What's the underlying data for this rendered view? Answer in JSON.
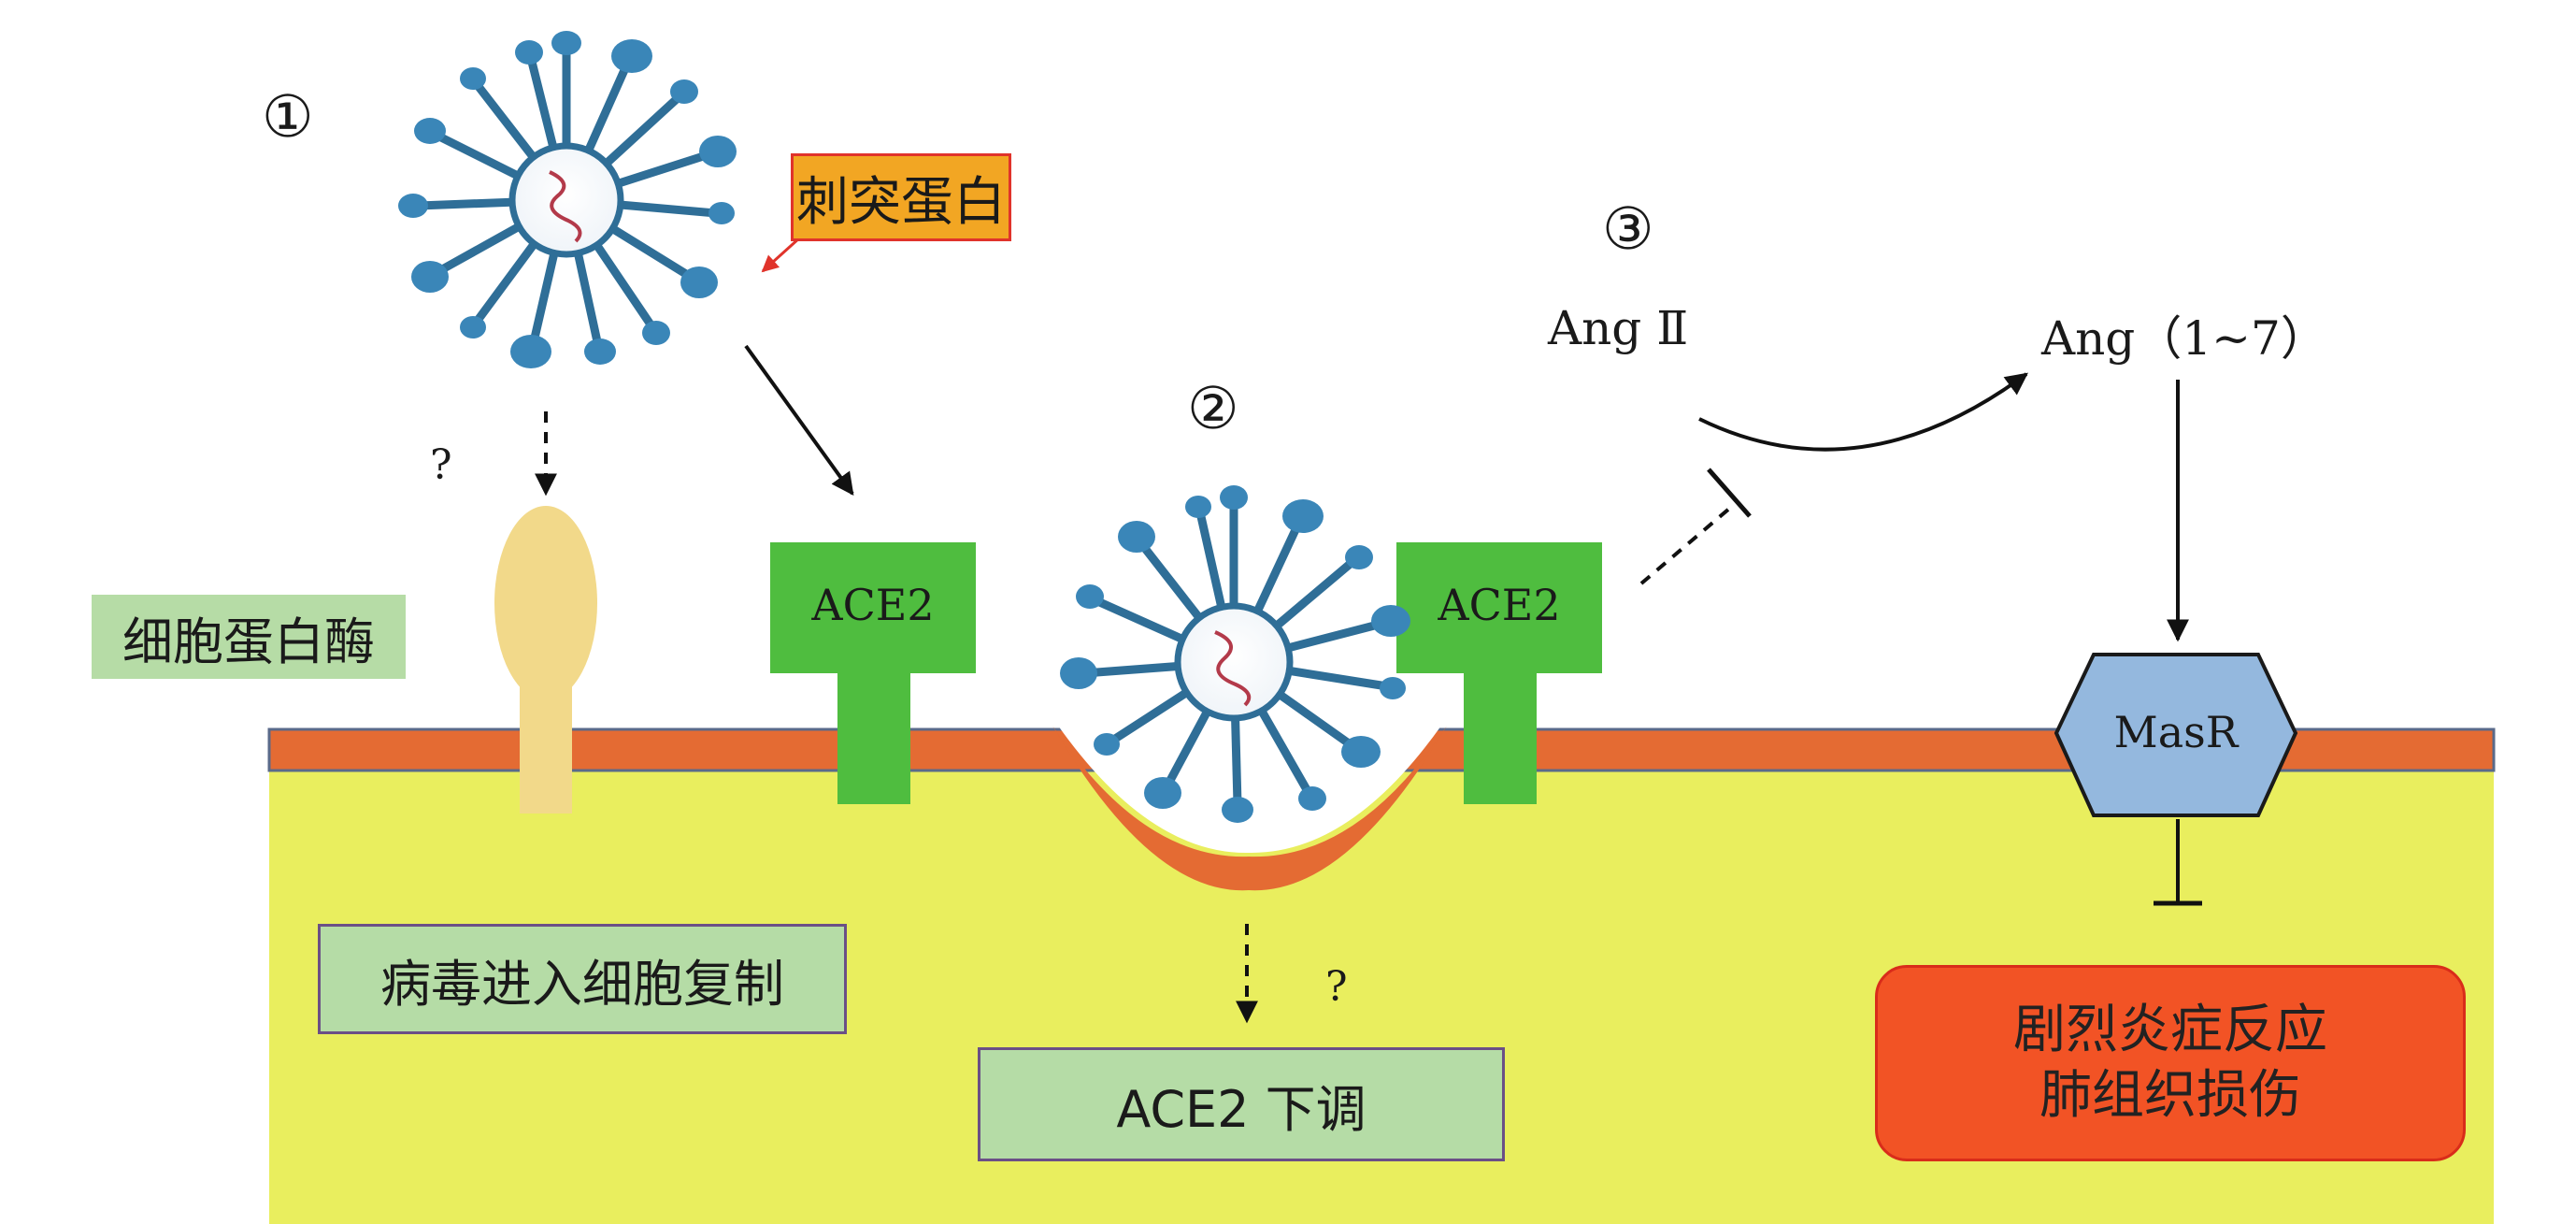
{
  "steps": {
    "step1": "①",
    "step2": "②",
    "step3": "③"
  },
  "labels": {
    "spike_protein": "刺突蛋白",
    "cell_protease": "细胞蛋白酶",
    "question_left": "?",
    "question_bottom": "?",
    "ace2_left": "ACE2",
    "ace2_right": "ACE2",
    "ang_ii": "Ang Ⅱ",
    "ang_1_7": "Ang（1~7）",
    "masr": "MasR",
    "virus_replication": "病毒进入细胞复制",
    "ace2_down": "ACE2 下调",
    "inflammation_line1": "剧烈炎症反应",
    "inflammation_line2": "肺组织损伤"
  },
  "colors": {
    "cytoplasm": "#e9ee5e",
    "membrane": "#e46b33",
    "ace2": "#4fbd3f",
    "protease": "#f2d98a",
    "masr": "#94b8de",
    "virus": "#3a7fae"
  }
}
